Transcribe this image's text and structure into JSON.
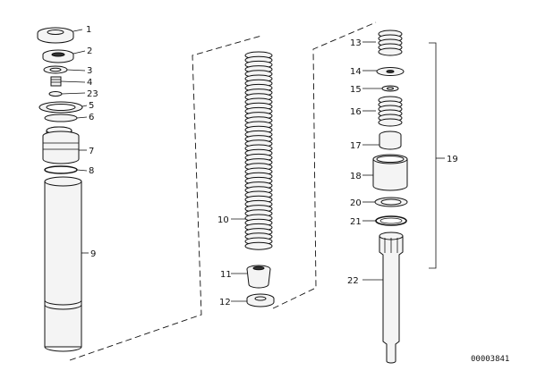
{
  "diagram": {
    "document_number": "00003841",
    "callouts": [
      {
        "id": "c1",
        "label": "1"
      },
      {
        "id": "c2",
        "label": "2"
      },
      {
        "id": "c3",
        "label": "3"
      },
      {
        "id": "c4",
        "label": "4"
      },
      {
        "id": "c23",
        "label": "23"
      },
      {
        "id": "c5",
        "label": "5"
      },
      {
        "id": "c6",
        "label": "6"
      },
      {
        "id": "c7",
        "label": "7"
      },
      {
        "id": "c8",
        "label": "8"
      },
      {
        "id": "c9",
        "label": "9"
      },
      {
        "id": "c10",
        "label": "10"
      },
      {
        "id": "c11",
        "label": "11"
      },
      {
        "id": "c12",
        "label": "12"
      },
      {
        "id": "c13",
        "label": "13"
      },
      {
        "id": "c14",
        "label": "14"
      },
      {
        "id": "c15",
        "label": "15"
      },
      {
        "id": "c16",
        "label": "16"
      },
      {
        "id": "c17",
        "label": "17"
      },
      {
        "id": "c18",
        "label": "18"
      },
      {
        "id": "c19",
        "label": "19"
      },
      {
        "id": "c20",
        "label": "20"
      },
      {
        "id": "c21",
        "label": "21"
      },
      {
        "id": "c22",
        "label": "22"
      }
    ]
  }
}
